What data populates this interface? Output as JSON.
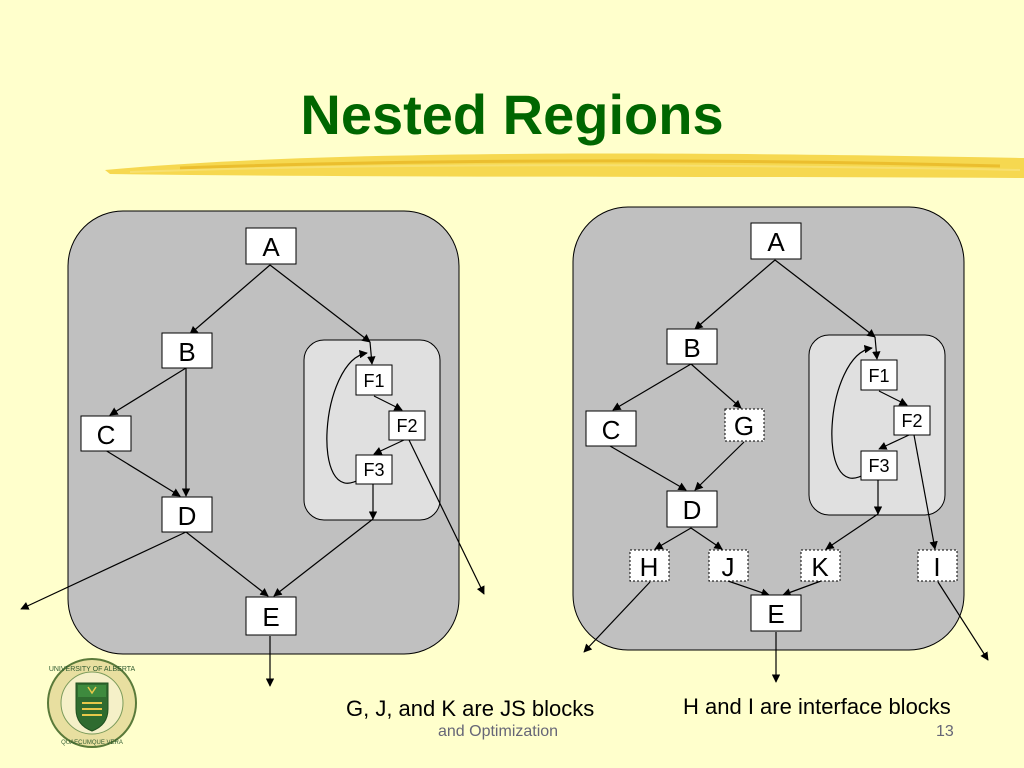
{
  "slide": {
    "title": "Nested Regions",
    "notes": {
      "left": "G, J, and K are JS blocks",
      "right": "H and I are interface blocks"
    },
    "footer": {
      "course_fragment": "and Optimization",
      "page_number": "13"
    },
    "logo": {
      "arc_text": "UNIVERSITY OF ALBERTA",
      "motto": "QUAECUMQUE VERA"
    }
  },
  "diagrams": {
    "left": {
      "nodes": {
        "A": "A",
        "B": "B",
        "C": "C",
        "D": "D",
        "E": "E",
        "F1": "F1",
        "F2": "F2",
        "F3": "F3"
      }
    },
    "right": {
      "nodes": {
        "A": "A",
        "B": "B",
        "C": "C",
        "G": "G",
        "D": "D",
        "E": "E",
        "F1": "F1",
        "F2": "F2",
        "F3": "F3",
        "H": "H",
        "J": "J",
        "K": "K",
        "I": "I"
      }
    }
  }
}
